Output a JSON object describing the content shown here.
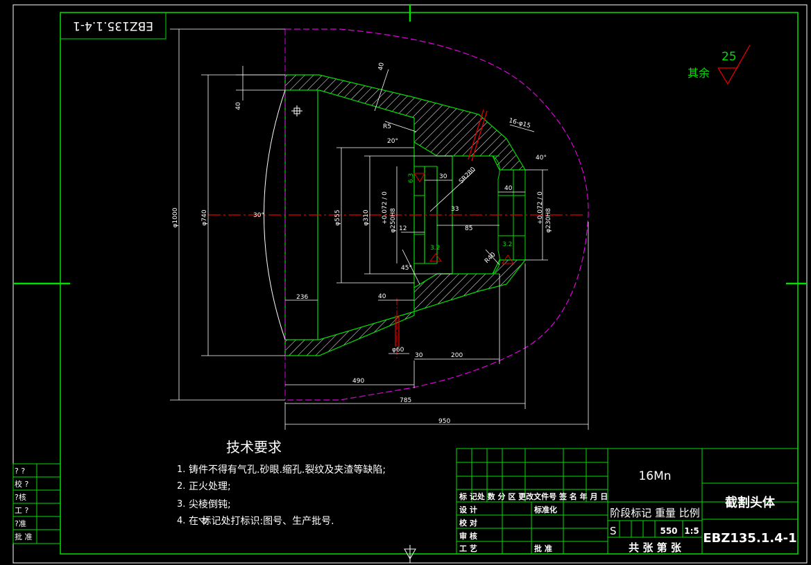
{
  "drawing_number_rotated": "EBZ135.1.4-1",
  "drawing_number": "EBZ135.1.4-1",
  "part_name": "截割头体",
  "material": "16Mn",
  "weight": "550",
  "scale": "1:5",
  "stage_mark": "S",
  "roughness_default": {
    "label": "其余",
    "value": "25"
  },
  "roughness_marks": [
    "6.3",
    "3.2",
    "3.2"
  ],
  "tech_requirements": {
    "title": "技术要求",
    "items": [
      {
        "num": "1.",
        "text": "铸件不得有气孔.砂眼.缩孔.裂纹及夹渣等缺陷;"
      },
      {
        "num": "2.",
        "text": "正火处理;"
      },
      {
        "num": "3.",
        "text": "尖棱倒钝;"
      },
      {
        "num": "4.",
        "text": "在    标记处打标识:图号、生产批号."
      }
    ]
  },
  "left_signature_box": [
    "? ?",
    "校 ?",
    "?核",
    "工 ?",
    "?准",
    "批 准"
  ],
  "title_block": {
    "header_row": "标 记处 数 分 区    更改文件号 签 名 年 月 日",
    "design": "设  计",
    "standardize": "标准化",
    "check": "校  对",
    "review": "审  核",
    "process": "工  艺",
    "approve": "批  准",
    "stage_header": "阶段标记 重量 比例",
    "sheet_info": "共     张 第     张"
  },
  "dimensions": {
    "d1000": "φ1000",
    "d740": "φ740",
    "d555": "φ555",
    "d310": "φ310",
    "d250": "φ250H8",
    "d250_tol": "+0.072 / 0",
    "d230": "φ230H8",
    "d230_tol": "+0.072 / 0",
    "len236": "236",
    "len490": "490",
    "len785": "785",
    "len950": "950",
    "len40a": "40",
    "len40b": "40",
    "len40c": "40",
    "len40d": "40",
    "len30a": "30",
    "len30b": "30",
    "len12": "12",
    "len85": "85",
    "len33": "33",
    "len200": "200",
    "d60": "φ60",
    "r5": "R5",
    "r40": "R40",
    "sr280": "SR280",
    "hole": "16-φ15",
    "ang20": "20°",
    "ang30": "30°",
    "ang40": "40°",
    "ang45": "45°"
  }
}
